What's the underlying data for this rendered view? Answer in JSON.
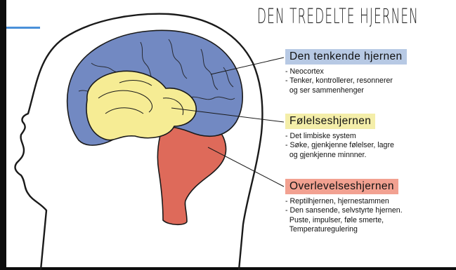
{
  "title": "DEN TREDELTE HJERNEN",
  "sections": [
    {
      "heading": "Den tenkende hjernen",
      "color": "#b7c9e4",
      "lines": [
        "- Neocortex",
        "- Tenker, kontrollerer, resonnerer",
        "  og ser sammenhenger"
      ]
    },
    {
      "heading": "Følelseshjernen",
      "color": "#f4eea9",
      "lines": [
        "- Det limbiske system",
        "- Søke, gjenkjenne følelser, lagre",
        "  og gjenkjenne minnner."
      ]
    },
    {
      "heading": "Overlevelseshjernen",
      "color": "#f2a191",
      "lines": [
        "- Reptilhjernen, hjernestammen",
        "- Den sansende, selvstyrte hjernen.",
        "  Puste, impulser, føle smerte,",
        "  Temperaturegulering"
      ]
    }
  ],
  "colors": {
    "neocortex": "#7289c2",
    "limbic": "#f6ec94",
    "reptilian": "#de6a5a",
    "outline": "#1a1a1a"
  }
}
